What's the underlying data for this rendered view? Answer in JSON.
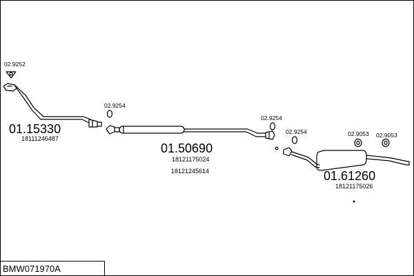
{
  "diagram": {
    "parts": [
      {
        "id": "front_pipe",
        "number": "01.15330",
        "oe_numbers": [
          "18111246487"
        ],
        "icon": "front-pipe"
      },
      {
        "id": "middle_silencer",
        "number": "01.50690",
        "oe_numbers": [
          "18121175024",
          "18121245614"
        ],
        "icon": "middle-silencer"
      },
      {
        "id": "rear_silencer",
        "number": "01.61260",
        "oe_numbers": [
          "18121175026"
        ],
        "icon": "rear-silencer"
      }
    ],
    "accessories": [
      {
        "number": "02.9252",
        "icon": "triangle-gasket-icon"
      },
      {
        "number": "02.9254",
        "icon": "clamp-ring-icon"
      },
      {
        "number": "02.9254",
        "icon": "clamp-ring-icon"
      },
      {
        "number": "02.9254",
        "icon": "clamp-ring-icon"
      },
      {
        "number": "02.9053",
        "icon": "rubber-hanger-icon"
      },
      {
        "number": "02.9053",
        "icon": "rubber-hanger-icon"
      }
    ]
  },
  "footer": {
    "code": "BMW071970A"
  }
}
